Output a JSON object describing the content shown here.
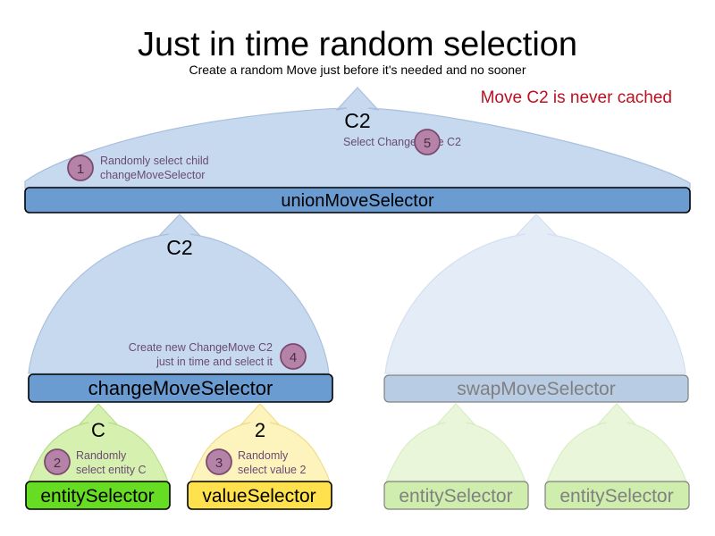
{
  "header": {
    "title": "Just in time random selection",
    "subtitle": "Create a random Move just before it's needed and no sooner",
    "note": "Move C2 is never cached",
    "note_color": "#bb1122"
  },
  "colors": {
    "union_bar_fill": "#6a9bd1",
    "union_bar_stroke": "#000000",
    "dome_blue_fill": "#c6d9ef",
    "dome_blue_stroke": "#a9c0dd",
    "dome_blue_faded_fill": "#e4ecf7",
    "change_bar_fill": "#6a9bd1",
    "swap_bar_fill": "#b8cce4",
    "swap_bar_text": "#808080",
    "entity_box_fill": "#66dd22",
    "entity_box_faded_fill": "#cfeead",
    "value_box_fill": "#ffe14d",
    "arrow_green_fill": "#d6f0b0",
    "arrow_green_faded_fill": "#e9f6da",
    "arrow_yellow_fill": "#fdf3bd",
    "badge_fill": "#b583a8",
    "badge_stroke": "#7b4a6e",
    "annotation_text": "#6a4b73"
  },
  "nodes": {
    "union": {
      "label": "unionMoveSelector"
    },
    "change": {
      "label": "changeMoveSelector"
    },
    "swap": {
      "label": "swapMoveSelector"
    },
    "entity_left": {
      "label": "entitySelector"
    },
    "value_left": {
      "label": "valueSelector"
    },
    "entity_right_1": {
      "label": "entitySelector"
    },
    "entity_right_2": {
      "label": "entitySelector"
    }
  },
  "flow_labels": {
    "top_c2": "C2",
    "change_c2": "C2",
    "entity_c": "C",
    "value_2": "2"
  },
  "steps": [
    {
      "number": "1",
      "text_lines": [
        "Randomly select child",
        "changeMoveSelector"
      ]
    },
    {
      "number": "2",
      "text_lines": [
        "Randomly",
        "select entity C"
      ]
    },
    {
      "number": "3",
      "text_lines": [
        "Randomly",
        "select value 2"
      ]
    },
    {
      "number": "4",
      "text_lines": [
        "Create new ChangeMove C2",
        "just in time and select it"
      ]
    },
    {
      "number": "5",
      "text_lines": [
        "Select ChangeMove C2"
      ]
    }
  ]
}
